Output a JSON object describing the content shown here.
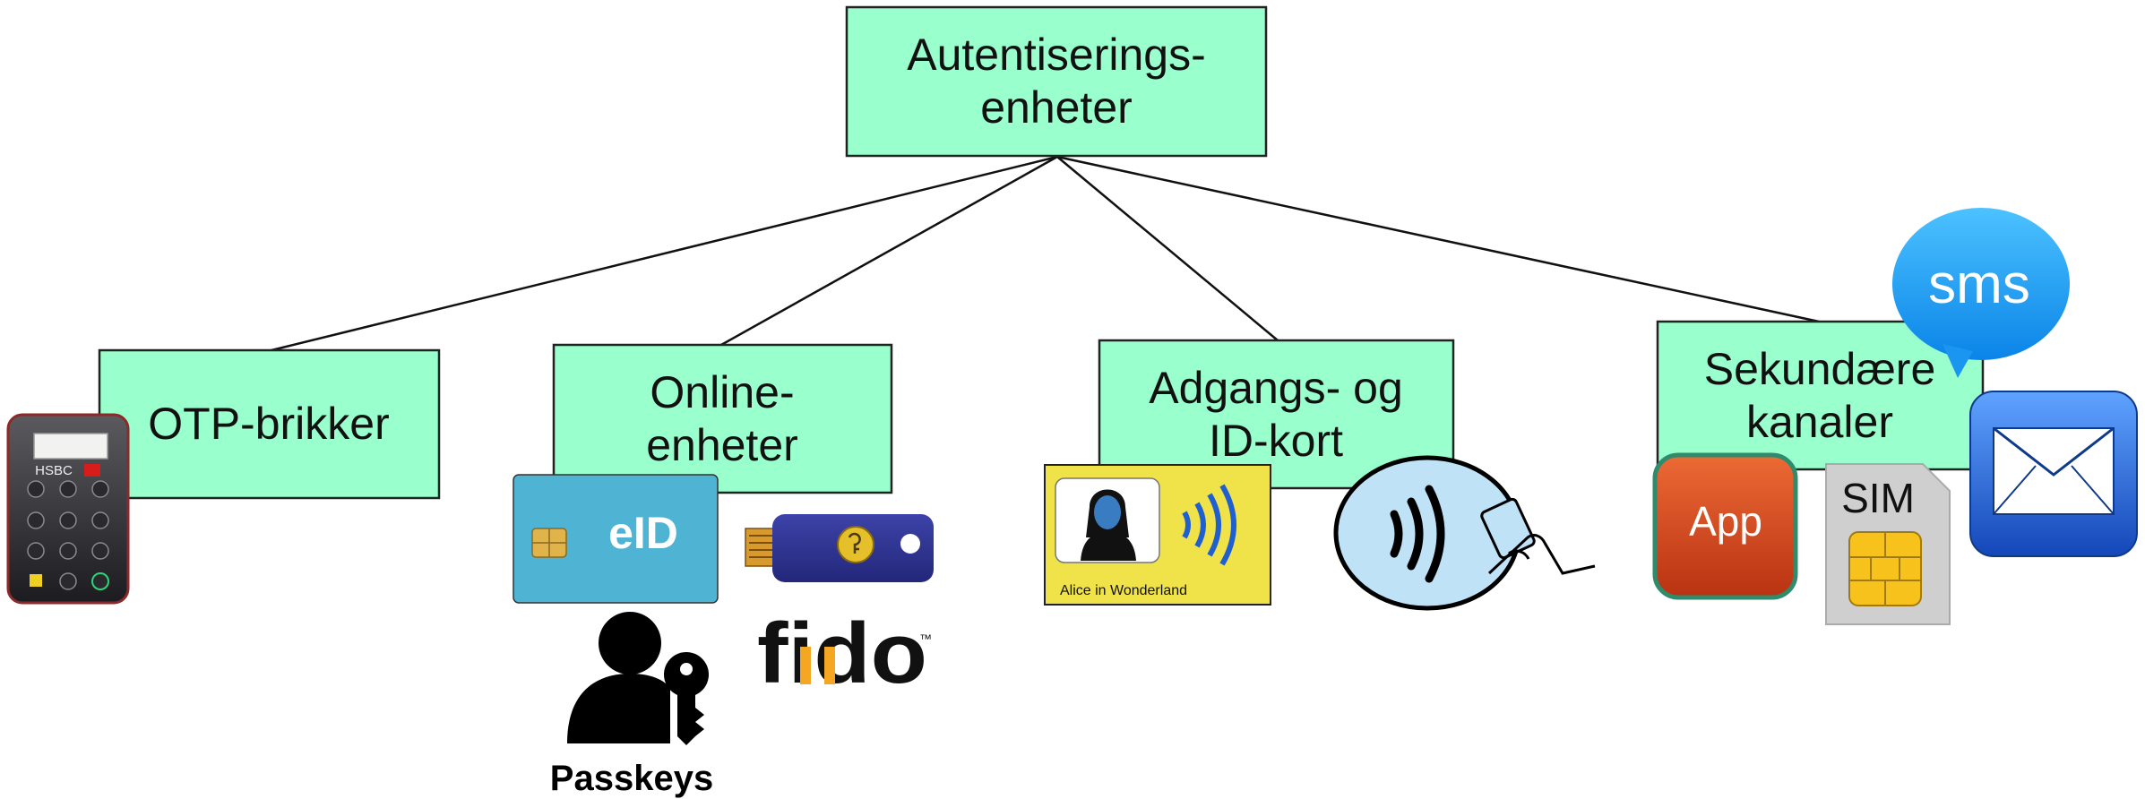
{
  "colors": {
    "node_fill": "#99ffcc",
    "node_stroke": "#222222",
    "connector": "#111111",
    "eid_card": "#4fb4d3",
    "fido_orange": "#f5a623",
    "id_card": "#f0e34a",
    "sms_bubble": "#1aa1f3",
    "app_icon": "#d2421a",
    "app_border": "#2e8b6b",
    "sim_card": "#cfcfcf",
    "sim_chip": "#f6c21b",
    "mail_icon": "#1f63d8",
    "nfc_oval": "#bfe2f7"
  },
  "root": {
    "lines": [
      "Autentiserings-",
      "enheter"
    ]
  },
  "categories": [
    {
      "id": "otp",
      "lines": [
        "OTP-brikker"
      ]
    },
    {
      "id": "online",
      "lines": [
        "Online-",
        "enheter"
      ]
    },
    {
      "id": "cards",
      "lines": [
        "Adgangs- og",
        "ID-kort"
      ]
    },
    {
      "id": "secondary",
      "lines": [
        "Sekundære",
        "kanaler"
      ]
    }
  ],
  "pictures": {
    "otp_token": {
      "icon": "hsbc-otp-token",
      "brand": "HSBC"
    },
    "eid_card": {
      "icon": "eid-smart-card",
      "label": "eID"
    },
    "usb_key": {
      "icon": "fido-usb-key"
    },
    "passkeys": {
      "icon": "passkey-user-key",
      "label": "Passkeys"
    },
    "fido_logo": {
      "icon": "fido-logo",
      "text": "fido",
      "tm": "™"
    },
    "id_card": {
      "icon": "contactless-id-card",
      "holder": "Alice in Wonderland"
    },
    "contactless": {
      "icon": "contactless-payment-symbol"
    },
    "app_icon": {
      "icon": "app-icon",
      "label": "App"
    },
    "sim_card": {
      "icon": "sim-card",
      "label": "SIM"
    },
    "sms_bubble": {
      "icon": "sms-bubble",
      "label": "sms"
    },
    "mail_icon": {
      "icon": "envelope-icon"
    }
  }
}
